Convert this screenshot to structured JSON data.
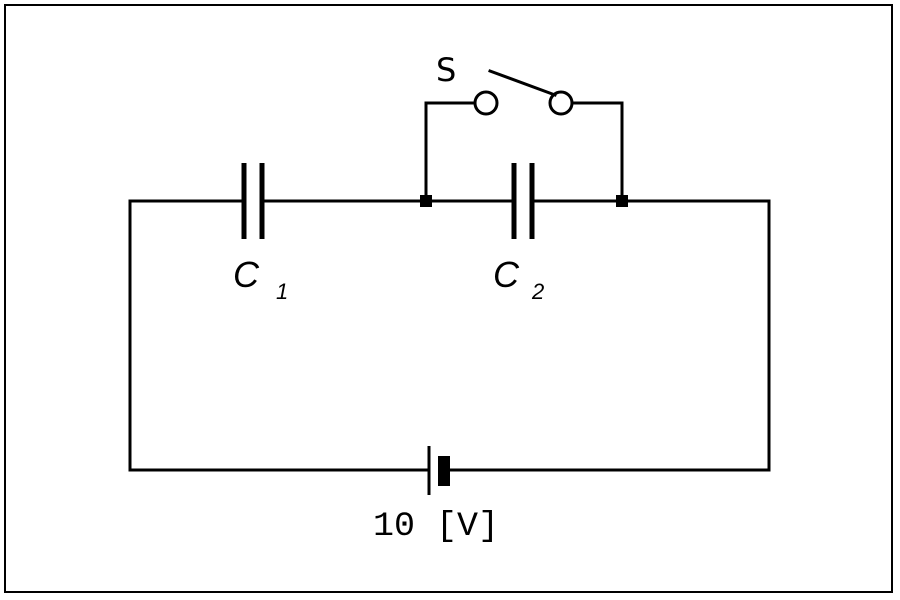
{
  "diagram": {
    "switch": {
      "label": "S"
    },
    "capacitor_1": {
      "label": "C",
      "subscript": "1"
    },
    "capacitor_2": {
      "label": "C",
      "subscript": "2"
    },
    "battery": {
      "label": "10 [V]"
    }
  },
  "colors": {
    "stroke": "#000000",
    "background": "#ffffff"
  }
}
